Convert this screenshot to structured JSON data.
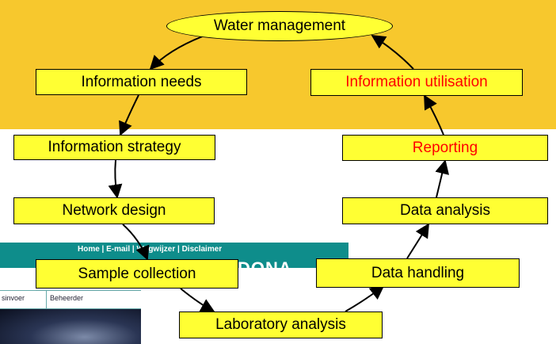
{
  "colors": {
    "band": "#f7c82d",
    "box_fill": "#ffff33",
    "highlight_text": "#ff0000",
    "webpage_accent": "#0e8d8b"
  },
  "diagram": {
    "center": "Water management",
    "nodes": [
      {
        "id": "information-needs",
        "label": "Information needs"
      },
      {
        "id": "information-strategy",
        "label": "Information strategy"
      },
      {
        "id": "network-design",
        "label": "Network design"
      },
      {
        "id": "sample-collection",
        "label": "Sample collection"
      },
      {
        "id": "laboratory-analysis",
        "label": "Laboratory analysis"
      },
      {
        "id": "data-handling",
        "label": "Data handling"
      },
      {
        "id": "data-analysis",
        "label": "Data analysis"
      },
      {
        "id": "reporting",
        "label": "Reporting",
        "highlight": true
      },
      {
        "id": "information-utilisation",
        "label": "Information utilisation",
        "highlight": true
      }
    ],
    "edges": [
      [
        "water-management",
        "information-needs"
      ],
      [
        "information-needs",
        "information-strategy"
      ],
      [
        "information-strategy",
        "network-design"
      ],
      [
        "network-design",
        "sample-collection"
      ],
      [
        "sample-collection",
        "laboratory-analysis"
      ],
      [
        "laboratory-analysis",
        "data-handling"
      ],
      [
        "data-handling",
        "data-analysis"
      ],
      [
        "data-analysis",
        "reporting"
      ],
      [
        "reporting",
        "information-utilisation"
      ],
      [
        "information-utilisation",
        "water-management"
      ]
    ]
  },
  "background_webpage": {
    "top_links": "Home | E-mail | Wegwijzer | Disclaimer",
    "brand": "DONA",
    "nav_tabs": [
      "sinvoer",
      "Beheerder"
    ]
  }
}
